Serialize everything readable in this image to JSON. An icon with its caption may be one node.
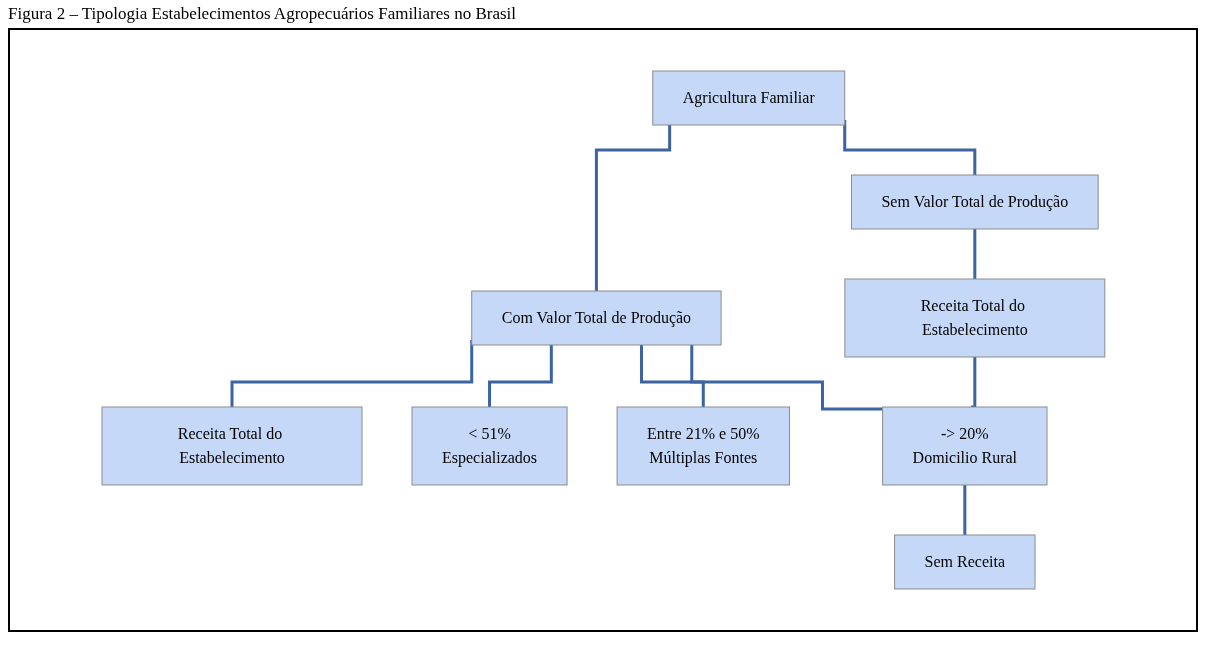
{
  "diagram": {
    "title": "Figura 2 – Tipologia Estabelecimentos Agropecuários Familiares no Brasil",
    "nodes": [
      {
        "text": [
          "Agricultura Familiar"
        ]
      },
      {
        "text": [
          "Com Valor Total de Produção"
        ]
      },
      {
        "text": [
          "Sem Valor Total de Produção"
        ]
      },
      {
        "text": [
          "Receita Total do Estabelecimento"
        ]
      },
      {
        "text": [
          "Receita Total do Estabelecimento"
        ]
      },
      {
        "text": [
          "< 51%",
          "Especializados"
        ]
      },
      {
        "text": [
          "Entre 21% e 50%",
          "Múltiplas Fontes"
        ]
      },
      {
        "text": [
          "-> 20%",
          "Domicilio Rural"
        ]
      },
      {
        "text": [
          "Sem Receita"
        ]
      }
    ],
    "edges": [
      {
        "from": 0,
        "to": 1,
        "arrow": "none"
      },
      {
        "from": 0,
        "to": 2,
        "arrow": "none"
      },
      {
        "from": 1,
        "to": 3,
        "arrow": "none"
      },
      {
        "from": 1,
        "to": 5,
        "arrow": "none"
      },
      {
        "from": 1,
        "to": 6,
        "arrow": "none"
      },
      {
        "from": 1,
        "to": 7,
        "arrow": "none"
      },
      {
        "from": 2,
        "to": 4,
        "arrow": "none"
      },
      {
        "from": 4,
        "to": 7,
        "arrow": "none"
      },
      {
        "from": 7,
        "to": 8,
        "arrow": "none"
      }
    ]
  }
}
